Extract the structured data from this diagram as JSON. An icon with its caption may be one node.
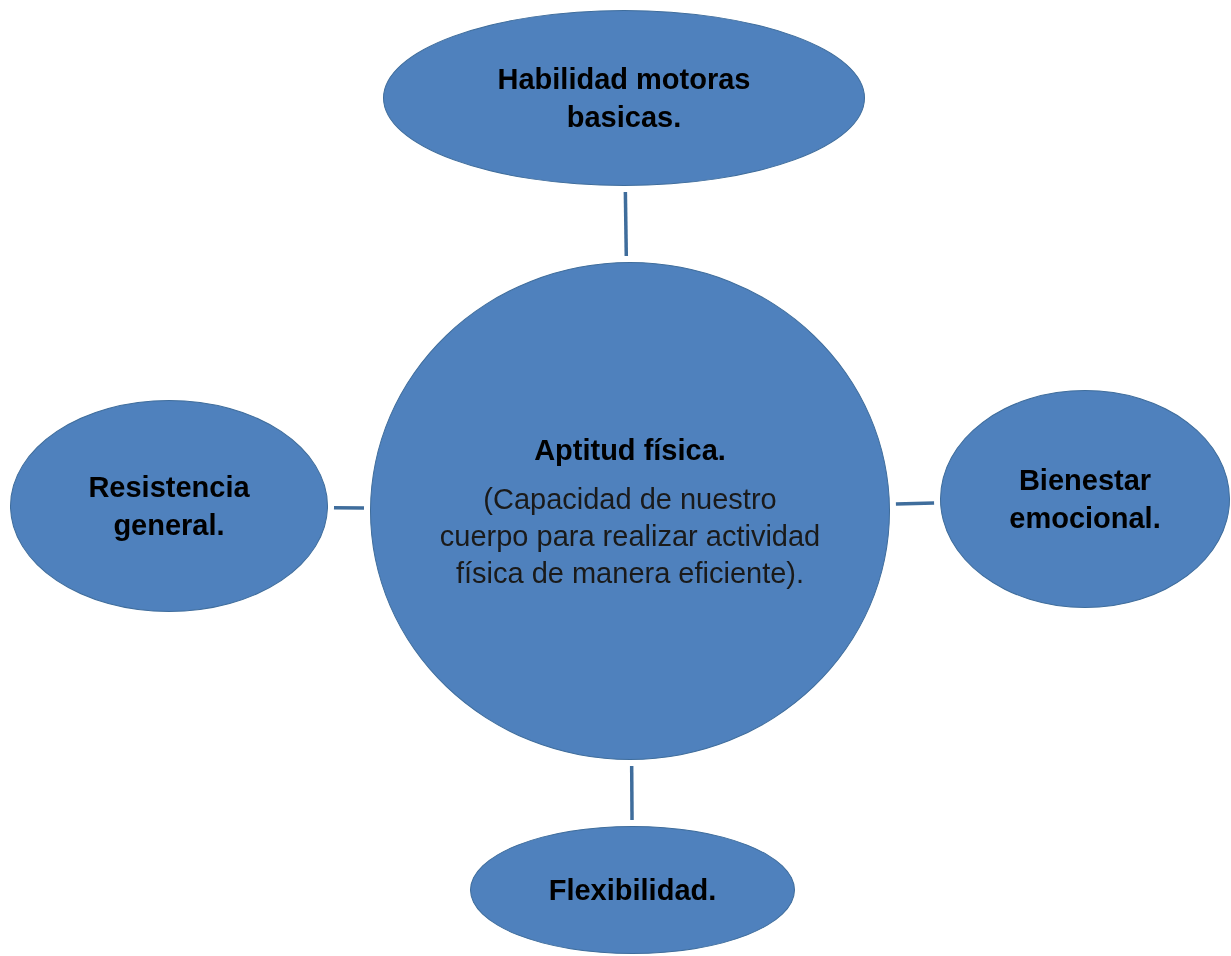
{
  "diagram": {
    "nodes": [
      {
        "text": [
          "Habilidad motoras basicas."
        ]
      },
      {
        "text": [
          "Resistencia general."
        ]
      },
      {
        "text": [
          "Aptitud física.",
          "(Capacidad de nuestro cuerpo para realizar actividad física de manera eficiente)."
        ]
      },
      {
        "text": [
          "Bienestar emocional."
        ]
      },
      {
        "text": [
          "Flexibilidad."
        ]
      }
    ],
    "edges": [
      {
        "from": 2,
        "to": 0,
        "arrow": "none"
      },
      {
        "from": 2,
        "to": 1,
        "arrow": "none"
      },
      {
        "from": 2,
        "to": 3,
        "arrow": "none"
      },
      {
        "from": 2,
        "to": 4,
        "arrow": "none"
      }
    ]
  }
}
